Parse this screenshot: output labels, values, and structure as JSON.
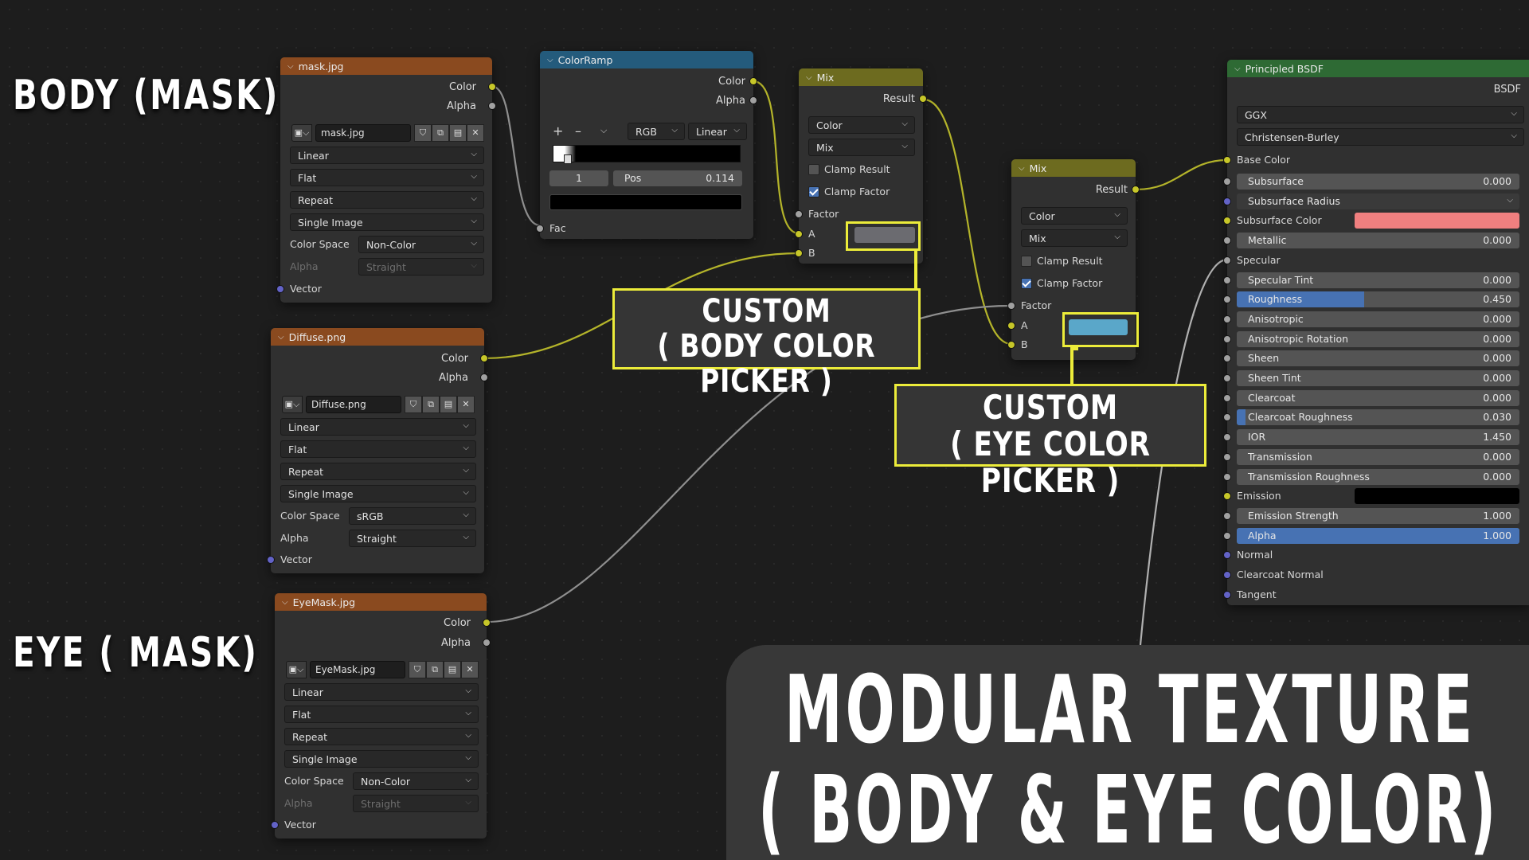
{
  "labels": {
    "body_mask": "BODY (MASK)",
    "eye_mask": "EYE ( MASK)"
  },
  "title": {
    "line1": "MODULAR TEXTURE",
    "line2": "( BODY & EYE COLOR)"
  },
  "callouts": {
    "body": {
      "line1": "CUSTOM",
      "line2": "( BODY COLOR PICKER )"
    },
    "eye": {
      "line1": "CUSTOM",
      "line2": "( EYE COLOR PICKER )"
    }
  },
  "mask_node": {
    "title": "mask.jpg",
    "outputs": [
      "Color",
      "Alpha"
    ],
    "image_name": "mask.jpg",
    "interpolation": "Linear",
    "projection": "Flat",
    "extension": "Repeat",
    "source": "Single Image",
    "color_space_label": "Color Space",
    "color_space": "Non-Color",
    "alpha_label": "Alpha",
    "alpha": "Straight",
    "input": "Vector"
  },
  "diffuse_node": {
    "title": "Diffuse.png",
    "outputs": [
      "Color",
      "Alpha"
    ],
    "image_name": "Diffuse.png",
    "interpolation": "Linear",
    "projection": "Flat",
    "extension": "Repeat",
    "source": "Single Image",
    "color_space_label": "Color Space",
    "color_space": "sRGB",
    "alpha_label": "Alpha",
    "alpha": "Straight",
    "input": "Vector"
  },
  "eyemask_node": {
    "title": "EyeMask.jpg",
    "outputs": [
      "Color",
      "Alpha"
    ],
    "image_name": "EyeMask.jpg",
    "interpolation": "Linear",
    "projection": "Flat",
    "extension": "Repeat",
    "source": "Single Image",
    "color_space_label": "Color Space",
    "color_space": "Non-Color",
    "alpha_label": "Alpha",
    "alpha": "Straight",
    "input": "Vector"
  },
  "colorramp_node": {
    "title": "ColorRamp",
    "outputs": [
      "Color",
      "Alpha"
    ],
    "add": "+",
    "remove": "–",
    "mode": "RGB",
    "interp": "Linear",
    "index": "1",
    "pos_label": "Pos",
    "pos_value": "0.114",
    "input": "Fac"
  },
  "mix1_node": {
    "title": "Mix",
    "output": "Result",
    "data_type": "Color",
    "blend": "Mix",
    "clamp_result": "Clamp Result",
    "clamp_factor": "Clamp Factor",
    "inputs": [
      "Factor",
      "A",
      "B"
    ],
    "a_color": "#6b6b70"
  },
  "mix2_node": {
    "title": "Mix",
    "output": "Result",
    "data_type": "Color",
    "blend": "Mix",
    "clamp_result": "Clamp Result",
    "clamp_factor": "Clamp Factor",
    "inputs": [
      "Factor",
      "A",
      "B"
    ],
    "a_color": "#5aa7c9"
  },
  "bsdf_node": {
    "title": "Principled BSDF",
    "output": "BSDF",
    "distribution": "GGX",
    "subsurface_method": "Christensen-Burley",
    "base_color": "Base Color",
    "fields": [
      {
        "name": "Subsurface",
        "value": "0.000",
        "fill": 0
      },
      {
        "name": "Subsurface Radius",
        "value": "",
        "fill": 0
      },
      {
        "name": "Subsurface Color",
        "value": "",
        "fill": 0
      },
      {
        "name": "Metallic",
        "value": "0.000",
        "fill": 0
      },
      {
        "name": "Specular",
        "value": "",
        "fill": 0
      },
      {
        "name": "Specular Tint",
        "value": "0.000",
        "fill": 0
      },
      {
        "name": "Roughness",
        "value": "0.450",
        "fill": 0.45
      },
      {
        "name": "Anisotropic",
        "value": "0.000",
        "fill": 0
      },
      {
        "name": "Anisotropic Rotation",
        "value": "0.000",
        "fill": 0
      },
      {
        "name": "Sheen",
        "value": "0.000",
        "fill": 0
      },
      {
        "name": "Sheen Tint",
        "value": "0.000",
        "fill": 0
      },
      {
        "name": "Clearcoat",
        "value": "0.000",
        "fill": 0
      },
      {
        "name": "Clearcoat Roughness",
        "value": "0.030",
        "fill": 0.03
      },
      {
        "name": "IOR",
        "value": "1.450",
        "fill": 0
      },
      {
        "name": "Transmission",
        "value": "0.000",
        "fill": 0
      },
      {
        "name": "Transmission Roughness",
        "value": "0.000",
        "fill": 0
      },
      {
        "name": "Emission",
        "value": "",
        "fill": 0
      },
      {
        "name": "Emission Strength",
        "value": "1.000",
        "fill": 0
      },
      {
        "name": "Alpha",
        "value": "1.000",
        "fill": 1
      },
      {
        "name": "Normal",
        "value": "",
        "fill": 0
      },
      {
        "name": "Clearcoat Normal",
        "value": "",
        "fill": 0
      },
      {
        "name": "Tangent",
        "value": "",
        "fill": 0
      }
    ],
    "subsurface_color": "#f07f7f",
    "emission_color": "#000000"
  },
  "colors": {
    "socket_color": "#c7c729",
    "socket_float": "#a1a1a1",
    "socket_vector": "#6363c7",
    "callout_border": "#ecec3a"
  }
}
